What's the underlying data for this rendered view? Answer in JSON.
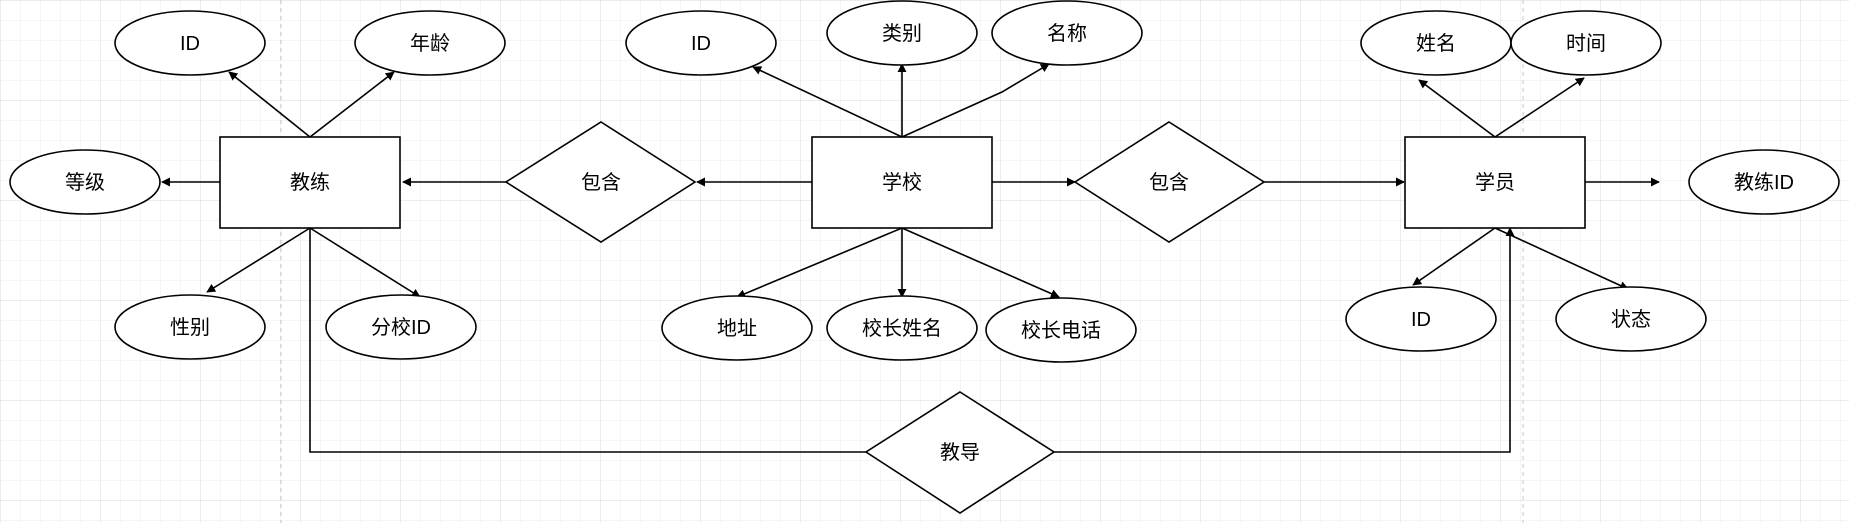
{
  "colors": {
    "background": "#ffffff",
    "grid_minor": "#e6e6e6",
    "grid_major": "#d0d0d0",
    "stroke": "#000000",
    "fill": "#ffffff"
  },
  "entities": {
    "coach": "教练",
    "school": "学校",
    "student": "学员"
  },
  "relationships": {
    "school_coach": "包含",
    "school_student": "包含",
    "coach_student": "教导"
  },
  "attributes": {
    "coach": {
      "id": "ID",
      "age": "年龄",
      "level": "等级",
      "gender": "性别",
      "branch_id": "分校ID"
    },
    "school": {
      "id": "ID",
      "category": "类别",
      "name": "名称",
      "address": "地址",
      "principal_name": "校长姓名",
      "principal_phone": "校长电话"
    },
    "student": {
      "name": "姓名",
      "time": "时间",
      "coach_id": "教练ID",
      "id": "ID",
      "status": "状态"
    }
  }
}
